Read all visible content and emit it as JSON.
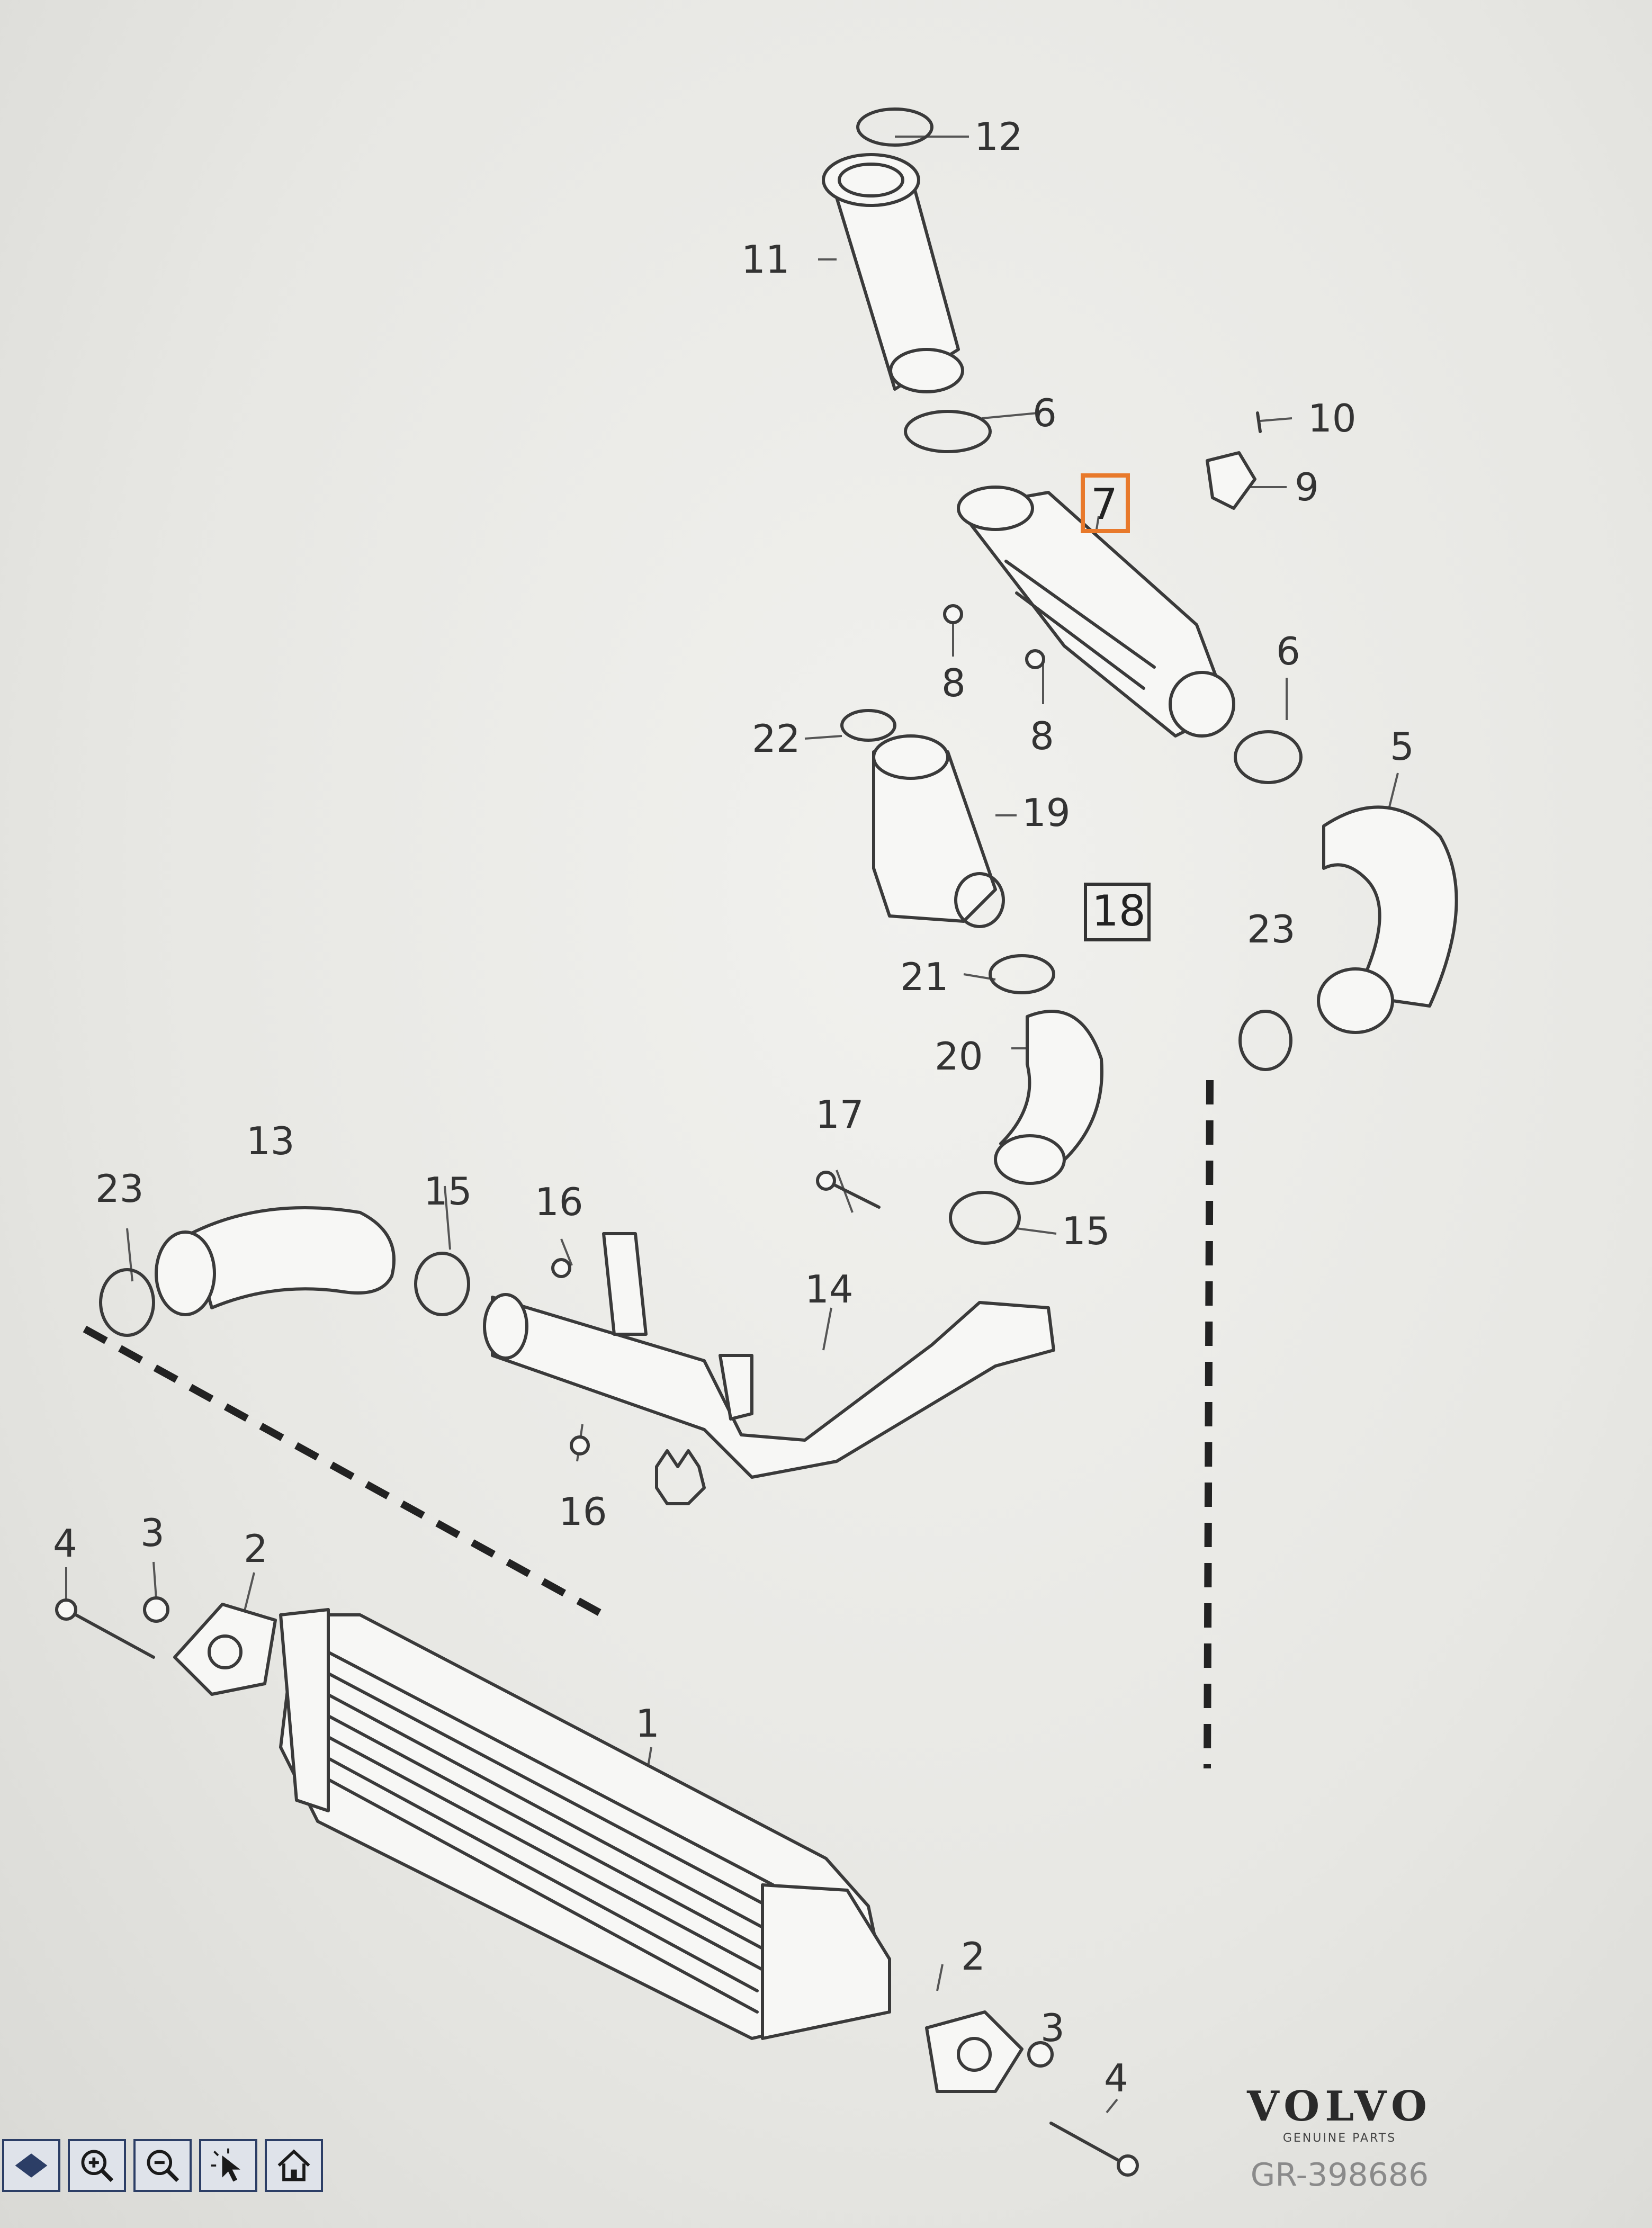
{
  "diagram": {
    "callouts": {
      "c12": "12",
      "c11": "11",
      "c6a": "6",
      "c10": "10",
      "c9": "9",
      "c7": "7",
      "c8a": "8",
      "c8b": "8",
      "c6b": "6",
      "c5": "5",
      "c22": "22",
      "c19": "19",
      "c18": "18",
      "c23a": "23",
      "c21": "21",
      "c20": "20",
      "c17": "17",
      "c15a": "15",
      "c15b": "15",
      "c13": "13",
      "c23b": "23",
      "c16a": "16",
      "c14": "14",
      "c16b": "16",
      "c4a": "4",
      "c3a": "3",
      "c2a": "2",
      "c1": "1",
      "c2b": "2",
      "c3b": "3",
      "c4b": "4"
    },
    "highlight_color": "#e8792b"
  },
  "brand": {
    "name": "VOLVO",
    "subtitle": "GENUINE PARTS",
    "reference": "GR-398686"
  },
  "toolbar": {
    "buttons": [
      {
        "icon": "viewer-menu-icon"
      },
      {
        "icon": "zoom-in-icon"
      },
      {
        "icon": "zoom-out-icon"
      },
      {
        "icon": "select-pointer-icon"
      },
      {
        "icon": "home-icon"
      }
    ]
  }
}
